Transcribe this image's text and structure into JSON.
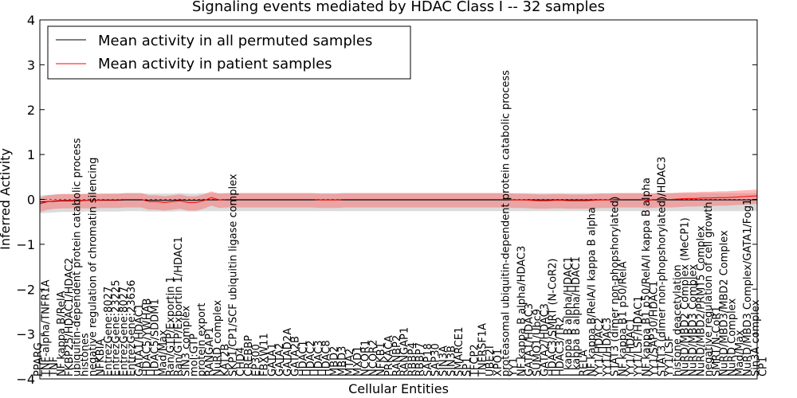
{
  "chart_data": {
    "type": "line",
    "title": "Signaling events mediated by HDAC Class I -- 32 samples",
    "xlabel": "Cellular Entities",
    "ylabel": "Inferred Activity",
    "ylim": [
      -4,
      4
    ],
    "yticks": [
      -4,
      -3,
      -2,
      -1,
      0,
      1,
      2,
      3,
      4
    ],
    "grid": false,
    "legend_position": "top-left",
    "categories": [
      "PPARG",
      "TNF-alpha/TNFR1A",
      "TNF",
      "NF kappa B/RelA",
      "FKBP25/HDAC1/HDAC2",
      "ubiquitin-dependent protein catabolic process",
      "histones",
      "negative regulation of chromatin silencing",
      "NFKBIA",
      "EntrezGene:8027",
      "EntrezGene:23225",
      "EntrezGene:8027",
      "EntrezGene:23636",
      "GATA1/HDAC1",
      "HDAC5/YWHAB",
      "HDAC5/SDDM1",
      "Mad/Max",
      "Ran/GTP/Exportin 1",
      "Ran/GTP/Exportin 1/HDAC1",
      "SIN3 complex",
      "mol:GTP",
      "protein export",
      "RANGAP1",
      "NuRD complex",
      "KAT2B",
      "SKP1/CP1/SCF ubiquitin ligase complex",
      "CHD4",
      "CREBBP",
      "EP300",
      "FBXW11",
      "GATA1",
      "GATA2",
      "GATAD2A",
      "GATA2B",
      "HDAC1",
      "HDAC2",
      "HDAC3",
      "HDAC8",
      "MBD2",
      "MBD3",
      "MTA2",
      "MXD1",
      "NCOR1",
      "NCOR2",
      "NFKB1",
      "PRKACA",
      "RANBP2",
      "RANGAP1",
      "RBBP4",
      "RBBP7",
      "SAP18",
      "SAP30",
      "SIN3A",
      "SIN3B",
      "SMARCE1",
      "SP1",
      "TFCP2",
      "TNFRSF1A",
      "UBE2I",
      "XPO1",
      "proteasomal ubiquitin-dependent protein catabolic process",
      "YY1",
      "NF kappa B alpha/HDAC3",
      "GATA1/HDAC3",
      "SUMO1/Ubc9",
      "GATA2/HDAC3",
      "HDAC3/SMRT (N-CoR2)",
      "HDAC3/TR2",
      "I kappa B alpha/HDAC1",
      "I kappa B alpha/HDAC1",
      "RELA",
      "NF kappa B/RelA/I kappa B alpha",
      "YY1/HDAC2",
      "YY1/HDAC3",
      "STAT3 (dimer non-phopshorylated)",
      "NF kappa B1 p50/RelA",
      "YY1/HDAC1",
      "YY1/LSF/HDAC1",
      "NF kappa B1 p50/RelA/I kappa B alpha",
      "YY1/SAP30/HDAC1",
      "STAT3 (dimer non-phopshorylated)/HDAC3",
      "YY1/LSF",
      "histone deacetylation",
      "NuRD/MBD2 Complex (MeCP1)",
      "NuRD/MBD3 Complex",
      "NuRD/MBD2/PRMT5 Complex",
      "negative regulation of cell growth",
      "SMRT/N-CoR1",
      "NuRD/MBD3/MBD2 Complex",
      "NuRD Complex",
      "Mad/Max",
      "NuRD/MBD3 Complex/GATA1/Fog1",
      "Sin3A complex",
      "CP1"
    ],
    "x_index_range": [
      0,
      92
    ],
    "series": [
      {
        "name": "Mean activity in all permuted samples",
        "color": "#000000",
        "values": [
          -0.06,
          -0.05,
          -0.04,
          -0.03,
          -0.03,
          -0.03,
          -0.02,
          -0.02,
          -0.02,
          -0.02,
          -0.02,
          -0.01,
          -0.01,
          -0.01,
          -0.02,
          -0.02,
          -0.02,
          -0.02,
          -0.01,
          -0.02,
          -0.02,
          -0.01,
          -0.01,
          -0.01,
          -0.01,
          -0.01,
          -0.01,
          -0.01,
          -0.01,
          -0.01,
          -0.01,
          -0.01,
          -0.01,
          -0.01,
          -0.01,
          -0.01,
          -0.01,
          -0.01,
          -0.01,
          -0.01,
          -0.01,
          -0.01,
          -0.01,
          -0.01,
          -0.01,
          -0.01,
          -0.01,
          -0.01,
          -0.01,
          -0.01,
          -0.01,
          -0.01,
          -0.01,
          -0.01,
          -0.01,
          -0.01,
          -0.01,
          -0.01,
          -0.01,
          -0.01,
          -0.01,
          -0.01,
          -0.01,
          -0.01,
          -0.01,
          -0.01,
          -0.01,
          -0.01,
          -0.01,
          -0.01,
          -0.01,
          -0.01,
          -0.01,
          -0.01,
          -0.01,
          -0.01,
          -0.01,
          -0.01,
          -0.01,
          -0.01,
          -0.01,
          -0.01,
          -0.01,
          -0.01,
          -0.01,
          -0.01,
          -0.01,
          -0.01,
          -0.01,
          -0.01,
          -0.01,
          -0.01,
          -0.01
        ],
        "band": [
          -0.25,
          0.15
        ]
      },
      {
        "name": "Mean activity in patient samples",
        "color": "#ff0000",
        "values": [
          -0.1,
          -0.05,
          -0.03,
          -0.02,
          -0.02,
          -0.02,
          -0.02,
          -0.02,
          -0.01,
          -0.01,
          -0.01,
          0.0,
          0.0,
          0.0,
          -0.05,
          -0.05,
          -0.07,
          -0.05,
          -0.03,
          -0.07,
          -0.07,
          -0.03,
          0.04,
          -0.01,
          0.0,
          0.0,
          0.0,
          0.0,
          0.0,
          0.0,
          0.0,
          0.0,
          0.0,
          0.0,
          0.0,
          0.0,
          -0.01,
          -0.01,
          -0.01,
          0.0,
          0.0,
          0.0,
          0.0,
          0.0,
          0.0,
          0.0,
          0.0,
          0.0,
          0.0,
          0.0,
          0.0,
          0.0,
          0.0,
          0.0,
          0.0,
          0.0,
          0.0,
          0.0,
          0.0,
          0.0,
          0.0,
          -0.01,
          -0.01,
          -0.02,
          -0.03,
          -0.03,
          -0.02,
          -0.02,
          -0.03,
          -0.03,
          -0.03,
          -0.02,
          -0.01,
          -0.01,
          0.0,
          0.0,
          0.0,
          0.0,
          -0.02,
          0.0,
          0.0,
          0.0,
          0.01,
          0.02,
          0.02,
          0.03,
          0.03,
          0.04,
          0.04,
          0.05,
          0.06,
          0.07,
          0.08
        ],
        "band": [
          -0.18,
          0.14
        ]
      }
    ]
  }
}
